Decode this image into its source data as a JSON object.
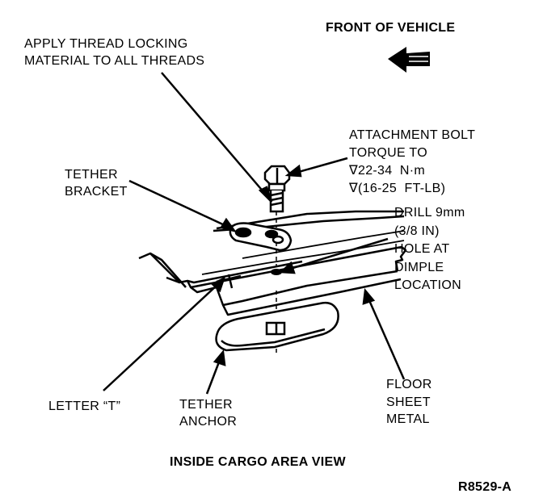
{
  "labels": {
    "front_of_vehicle": "FRONT OF VEHICLE",
    "apply_thread_locking": "APPLY THREAD LOCKING\nMATERIAL TO ALL THREADS",
    "attachment_bolt": "ATTACHMENT BOLT\nTORQUE TO\n∇22-34  N·m\n∇(16-25  FT-LB)",
    "tether_bracket": "TETHER\nBRACKET",
    "drill_hole": "DRILL 9mm\n(3/8 IN)\nHOLE AT\nDIMPLE\nLOCATION",
    "letter_t": "LETTER “T”",
    "tether_anchor": "TETHER\nANCHOR",
    "floor_sheet_metal": "FLOOR\nSHEET\nMETAL",
    "view_caption": "INSIDE CARGO AREA VIEW",
    "figure_id": "R8529-A"
  },
  "icons": {
    "direction_arrow": "left-arrow-icon"
  }
}
